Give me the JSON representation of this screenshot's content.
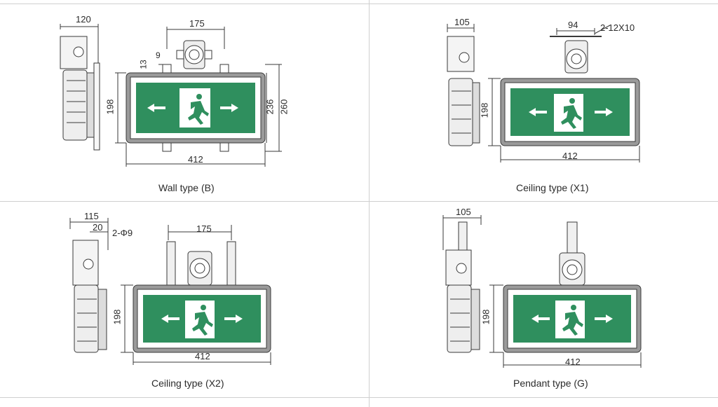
{
  "panels": [
    {
      "key": "wall",
      "caption": "Wall type (B)",
      "dims": {
        "side_width": "120",
        "hub_width": "175",
        "tab_gap": "9",
        "tab_offset": "13",
        "height": "198",
        "inner_height": "236",
        "outer_height": "260",
        "width": "412"
      }
    },
    {
      "key": "x1",
      "caption": "Ceiling type (X1)",
      "dims": {
        "side_width": "105",
        "bracket_width": "94",
        "hole_spec": "2-12X10",
        "height": "198",
        "width": "412"
      }
    },
    {
      "key": "x2",
      "caption": "Ceiling type (X2)",
      "dims": {
        "side_width": "115",
        "offset": "20",
        "hole_spec": "2-Φ9",
        "hub_width": "175",
        "height": "198",
        "width": "412"
      }
    },
    {
      "key": "g",
      "caption": "Pendant type (G)",
      "dims": {
        "side_width": "105",
        "height": "198",
        "width": "412"
      }
    }
  ],
  "colors": {
    "sign_green": "#2f8f5e",
    "housing_gray": "#8a8a8a",
    "line_dark": "#3a3a3a",
    "divider": "#cfcfcf"
  },
  "icons": [
    "arrow-left-icon",
    "running-man-exit-icon",
    "arrow-right-icon"
  ]
}
